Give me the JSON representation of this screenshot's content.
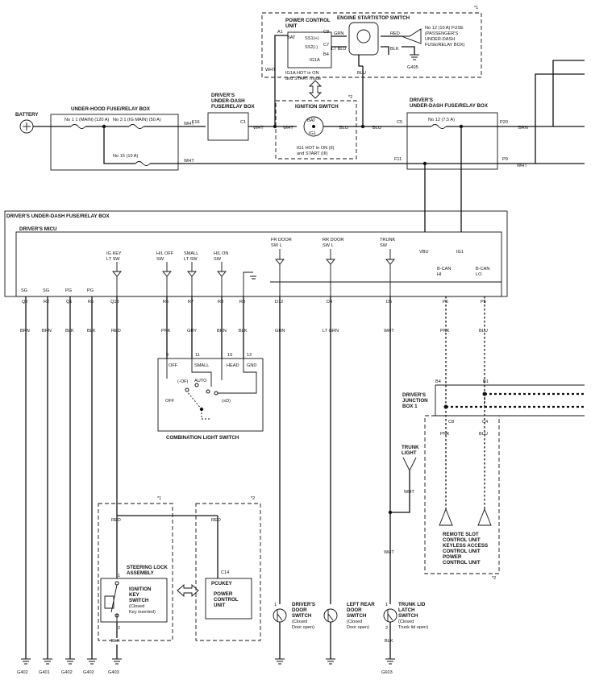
{
  "notes": {
    "n1": "*1",
    "n2": "*2"
  },
  "battery": {
    "label": "BATTERY"
  },
  "under_hood": {
    "title": "UNDER-HOOD FUSE/RELAY BOX",
    "fuse11": "No 1 1 (MAIN) (120 A)",
    "fuse31": "No 3 1 (IG MAIN) (50 A)",
    "fuse15": "No 15 (10 A)"
  },
  "dd_box_top": {
    "title1": "DRIVER'S",
    "title2": "UNDER-DASH",
    "title3": "FUSE/RELAY BOX",
    "f16": "F16",
    "c1": "C1"
  },
  "pcu_top": {
    "title1": "POWER CONTROL",
    "title2": "UNIT",
    "bat": "BAT",
    "a1": "A1",
    "ss1": "SS1(+)",
    "ss2": "SS2(-)",
    "c8": "C8",
    "c7": "C7",
    "b4": "B4",
    "ig1a": "IG1A",
    "hot1": "IG1A HOT in ON",
    "hot2": "and START mode"
  },
  "engine_switch": {
    "title": "ENGINE START/STOP SWITCH",
    "grn": "GRN",
    "ltblu": "LT BLU",
    "red": "RED",
    "blk": "BLK",
    "g405": "G405"
  },
  "fuse12_pass": {
    "l1": "No 12 (10 A) FUSE",
    "l2": "(PASSENGER'S",
    "l3": "UNDER-DASH",
    "l4": "FUSE/RELAY BOX)"
  },
  "ignition_switch": {
    "title": "IGNITION SWITCH",
    "bat": "BAT",
    "ig1": "IG1",
    "hot1": "IG1 HOT in ON (II)",
    "hot2": "and START (III)"
  },
  "dd_box_right": {
    "title1": "DRIVER'S",
    "title2": "UNDER-DASH FUSE/RELAY BOX",
    "fuse": "No 12 (7.5 A)",
    "c5": "C5",
    "p20": "P20",
    "f11": "F11",
    "p9": "P9"
  },
  "wires": {
    "wht": "WHT",
    "blu": "BLU",
    "brn": "BRN",
    "blk": "BLK",
    "red": "RED",
    "pnk": "PNK",
    "gry": "GRY",
    "grn": "GRN",
    "ltgrn": "LT GRN"
  },
  "micu": {
    "outer": "DRIVER'S UNDER-DASH FUSE/RELAY BOX",
    "title": "DRIVER'S MICU",
    "sg": "SG",
    "pg": "PG",
    "igkey1": "IG KEY",
    "igkey2": "LT SW",
    "hloff1": "H/L OFF",
    "hloff2": "SW",
    "small1": "SMALL",
    "small2": "LT SW",
    "hlon1": "H/L ON",
    "hlon2": "SW",
    "frdoor1": "FR DOOR",
    "frdoor2": "SW L",
    "rrdoor1": "RR DOOR",
    "rrdoor2": "SW L",
    "trunk1": "TRUNK",
    "trunk2": "SW",
    "vbu": "VBU",
    "ig1": "IG1",
    "bcanhi1": "B-CAN",
    "bcanhi2": "HI",
    "bcanlo1": "B-CAN",
    "bcanlo2": "LO",
    "pins": [
      "Q2",
      "R2",
      "Q1",
      "R5",
      "Q18",
      "R6",
      "R7",
      "R8",
      "R3",
      "D12",
      "D4",
      "D5",
      "P6",
      "P5"
    ]
  },
  "combo": {
    "title": "COMBINATION LIGHT SWITCH",
    "p9": "9",
    "p11": "11",
    "p10": "10",
    "p12": "12",
    "off": "OFF",
    "small": "SMALL",
    "head": "HEAD",
    "gnd": "GND",
    "off_sym": "(-OF)",
    "auto": "AUTO",
    "off2": "OFF",
    "head_sym": "(≡D)"
  },
  "junction": {
    "title1": "DRIVER'S",
    "title2": "JUNCTION",
    "title3": "BOX 1",
    "b4": "B4",
    "b1": "B1",
    "c8": "C8",
    "c4": "C4"
  },
  "remote": {
    "l1": "REMOTE SLOT",
    "l2": "CONTROL UNIT",
    "l3": "KEYLESS ACCESS",
    "l4": "CONTROL UNIT",
    "l5": "POWER",
    "l6": "CONTROL UNIT"
  },
  "trunk_light": {
    "l1": "TRUNK",
    "l2": "LIGHT"
  },
  "steering": {
    "title1": "STEERING LOCK",
    "title2": "ASSEMBLY",
    "pin1": "1",
    "pin2": "2",
    "l1": "IGNITION",
    "l2": "KEY",
    "l3": "SWITCH",
    "l4": "(Closed",
    "l5": "Key inserted)"
  },
  "pcu_bottom": {
    "c14": "C14",
    "pcukey": "PCUKEY",
    "l1": "POWER",
    "l2": "CONTROL",
    "l3": "UNIT"
  },
  "door_sw": {
    "driver": [
      "DRIVER'S",
      "DOOR",
      "SWITCH",
      "(Closed",
      "Door open)"
    ],
    "rear": [
      "LEFT REAR",
      "DOOR",
      "SWITCH",
      "(Closed",
      "Door open)"
    ],
    "trunk": [
      "TRUNK LID",
      "LATCH",
      "SWITCH",
      "(Closed",
      "Trunk lid open)"
    ],
    "pin1": "1",
    "pin2": "2"
  },
  "grounds": {
    "g402a": "G402",
    "g401": "G401",
    "g402b": "G402",
    "g402c": "G402",
    "g403": "G403",
    "g603": "G603"
  }
}
